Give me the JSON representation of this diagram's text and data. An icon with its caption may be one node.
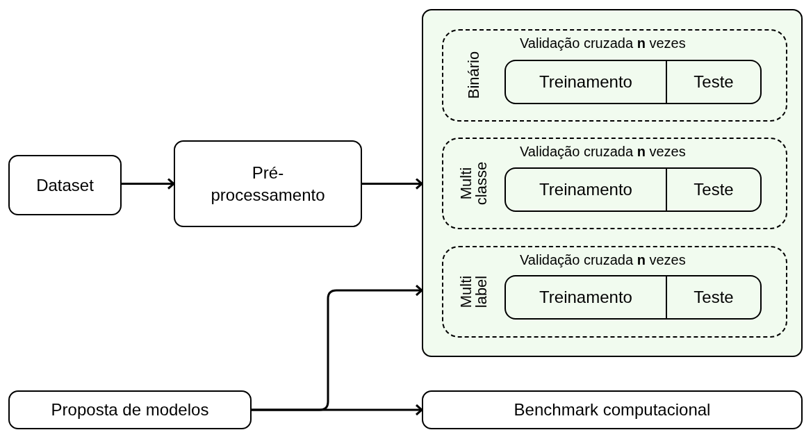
{
  "diagram": {
    "nodes": [
      {
        "text": [
          "Dataset"
        ]
      },
      {
        "text": [
          "Pré- processamento"
        ]
      },
      {
        "text": [],
        "shape": "box"
      },
      {
        "text": [
          "Binário",
          "Validação cruzada **n** vezes"
        ],
        "in": 2
      },
      {
        "text": [
          "Treinamento"
        ],
        "in": 3
      },
      {
        "text": [
          "Teste"
        ],
        "in": 3
      },
      {
        "text": [
          "Multi classe",
          "Validação cruzada **n** vezes"
        ],
        "in": 2
      },
      {
        "text": [
          "Treinamento"
        ],
        "in": 6
      },
      {
        "text": [
          "Teste"
        ],
        "in": 6
      },
      {
        "text": [
          "Multi label",
          "Validação cruzada **n** vezes"
        ],
        "in": 2
      },
      {
        "text": [
          "Treinamento"
        ],
        "in": 9
      },
      {
        "text": [
          "Teste"
        ],
        "in": 9
      },
      {
        "text": [
          "Proposta de modelos"
        ]
      },
      {
        "text": [
          "Benchmark computacional"
        ]
      }
    ],
    "edges": [
      {
        "from": 0,
        "to": 1,
        "arrow": "to"
      },
      {
        "from": 1,
        "to": 2,
        "arrow": "to"
      },
      {
        "from": 12,
        "to": 2,
        "arrow": "to"
      },
      {
        "from": 12,
        "to": 13,
        "arrow": "to"
      }
    ]
  }
}
